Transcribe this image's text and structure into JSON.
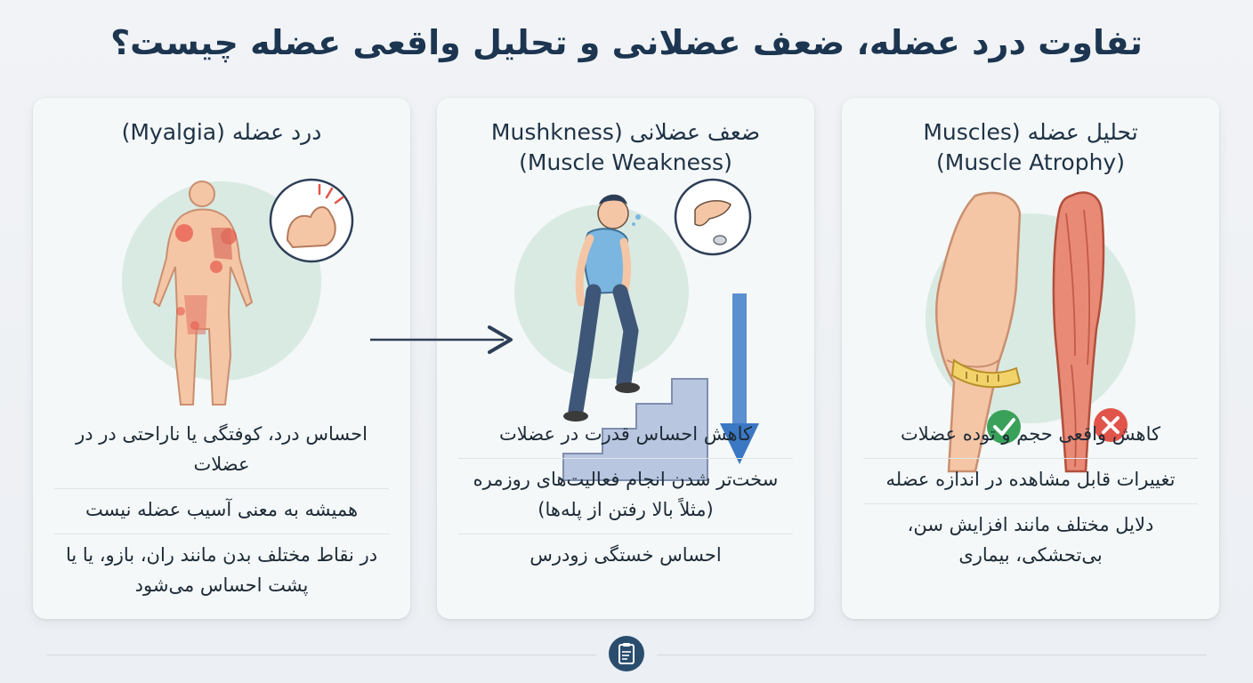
{
  "title": "تفاوت درد عضله، ضعف عضلانی و تحلیل واقعی عضله چیست؟",
  "cards": [
    {
      "id": "atrophy",
      "title_lines": [
        "تحلیل عضله (Muscles",
        "(Muscle Atrophy)"
      ],
      "items": [
        "کاهش واقعی حجم و توده عضلات",
        "تغییرات قابل مشاهده در اندازه عضله",
        "دلایل مختلف مانند افزایش سن، بی‌تحشکی، بیماری"
      ]
    },
    {
      "id": "weakness",
      "title_lines": [
        "ضعف عضلانی (Mushkness",
        "(Muscle Weakness)"
      ],
      "items": [
        "کاهش احساس قدرت در عضلات",
        "سخت‌تر شدن انجام فعالیت‌های روزمره (مثلاً بالا رفتن از پله‌ها)",
        "احساس خستگی زودرس"
      ]
    },
    {
      "id": "pain",
      "title_lines": [
        "درد عضله (Myalgia)"
      ],
      "items": [
        "احساس درد، کوفتگی یا ناراحتی در در عضلات",
        "همیشه به معنی آسیب عضله نیست",
        "در نقاط مختلف بدن مانند ران، بازو، یا یا پشت احساس می‌شود"
      ]
    }
  ],
  "icons": {
    "footer": "clipboard-icon",
    "check": "check-icon",
    "cross": "cross-icon",
    "arrow": "arrow-right-icon"
  },
  "colors": {
    "title": "#1c3550",
    "accent_circle": "#d7e9e2",
    "check_green": "#3aa15a",
    "cross_red": "#e0544a",
    "stairs": "#b9c6df",
    "down_arrow": "#3b78c3",
    "footer_icon": "#2a4d6e"
  }
}
